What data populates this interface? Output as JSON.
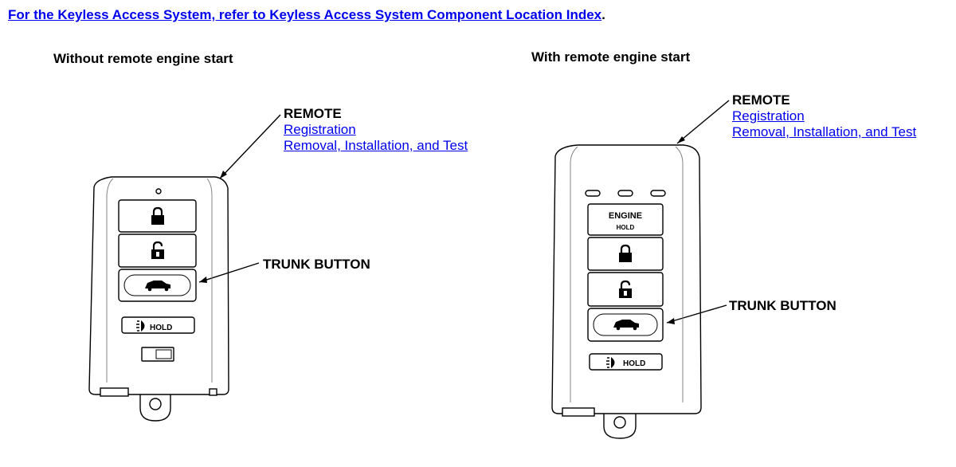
{
  "header": {
    "link_text": "For the Keyless Access System, refer to Keyless Access System Component Location Index",
    "trailing": "."
  },
  "left": {
    "title": "Without remote engine start",
    "remote_label": "REMOTE",
    "links": [
      "Registration",
      "Removal, Installation, and Test"
    ],
    "trunk_label": "TRUNK BUTTON",
    "hold_label": "HOLD"
  },
  "right": {
    "title": "With remote engine start",
    "remote_label": "REMOTE",
    "links": [
      "Registration",
      "Removal, Installation, and Test"
    ],
    "trunk_label": "TRUNK BUTTON",
    "engine_label": "ENGINE",
    "engine_sub": "HOLD",
    "hold_label": "HOLD"
  },
  "icons": [
    "lock-icon",
    "unlock-icon",
    "car-trunk-icon",
    "headlight-icon"
  ]
}
